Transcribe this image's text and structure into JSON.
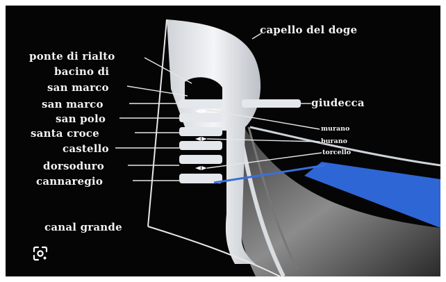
{
  "labels": {
    "capello": "capello del doge",
    "ponte": "ponte di rialto",
    "bacino_1": "bacino di",
    "bacino_2": "san marco",
    "san_marco": "san marco",
    "san_polo": "san polo",
    "santa_croce": "santa croce",
    "castello": "castello",
    "dorsoduro": "dorsoduro",
    "cannaregio": "cannaregio",
    "canal_grande": "canal grande",
    "giudecca": "giudecca",
    "murano": "murano",
    "burano": "burano",
    "torcello": "torcello"
  },
  "icons": {
    "lens": "google-lens-icon"
  },
  "colors": {
    "background": "#050505",
    "ferro": "#e6e9ee",
    "accent_blue": "#2f66d6",
    "label_text": "#f2f2f2"
  }
}
